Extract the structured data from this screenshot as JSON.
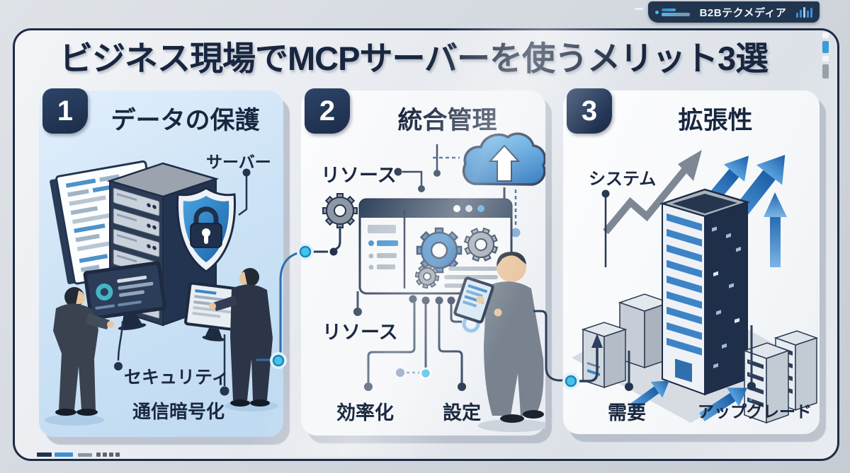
{
  "brand": {
    "name": "B2Bテクメディア"
  },
  "title": "ビジネス現場でMCPサーバーを使うメリット3選",
  "panels": [
    {
      "number": "1",
      "heading": "データの保護",
      "labels": {
        "server": "サーバー",
        "security": "セキュリティ",
        "encryption": "通信暗号化"
      }
    },
    {
      "number": "2",
      "heading": "統合管理",
      "labels": {
        "resource_top": "リソース",
        "resource_mid": "リソース",
        "efficiency": "効率化",
        "settings": "設定"
      }
    },
    {
      "number": "3",
      "heading": "拡張性",
      "labels": {
        "system": "システム",
        "demand": "需要",
        "upgrade": "アップグレード"
      }
    }
  ],
  "colors": {
    "navy": "#1e2b45",
    "accent_blue": "#2e7ac2",
    "cyan_node": "#41c4ea",
    "panel1_bg": "#cde3f6",
    "badge_bg": "#22354f"
  }
}
